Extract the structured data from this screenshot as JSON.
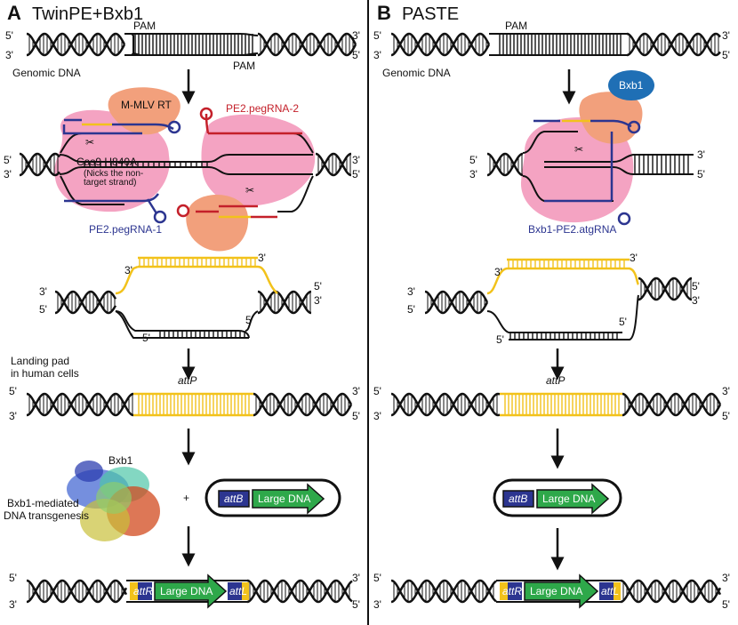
{
  "colors": {
    "strand": "#111111",
    "attp": "#f2c21b",
    "blue_rna": "#2c3590",
    "red_rna": "#c4202a",
    "cas9": "#f4a3c2",
    "rt": "#f2a07c",
    "bxb1_oval": "#1f6fb5",
    "attb_box": "#2c3590",
    "large_dna": "#2ea84a"
  },
  "panel_a": {
    "letter": "A",
    "title": "TwinPE+Bxb1",
    "pam_top": "PAM",
    "pam_bottom": "PAM",
    "genomic_dna": "Genomic DNA",
    "mmlv_rt": "M-MLV RT",
    "cas9": "Cas9 H840A",
    "nicks_1": "(Nicks the non-",
    "nicks_2": "target strand)",
    "pegrna2": "PE2.pegRNA-2",
    "pegrna1": "PE2.pegRNA-1",
    "landing_1": "Landing pad",
    "landing_2": "in human cells",
    "attp": "attP",
    "bxb1": "Bxb1",
    "mediated_1": "Bxb1-mediated",
    "mediated_2": "DNA transgenesis",
    "plus": "+",
    "attb": "attB",
    "large_dna": "Large DNA",
    "attr": "attR",
    "attl": "attL"
  },
  "panel_b": {
    "letter": "B",
    "title": "PASTE",
    "pam": "PAM",
    "genomic_dna": "Genomic DNA",
    "bxb1": "Bxb1",
    "atgrna": "Bxb1-PE2.atgRNA",
    "attp": "attP",
    "attb": "attB",
    "large_dna": "Large DNA",
    "attr": "attR",
    "attl": "attL"
  },
  "ends": {
    "five": "5'",
    "three": "3'"
  }
}
